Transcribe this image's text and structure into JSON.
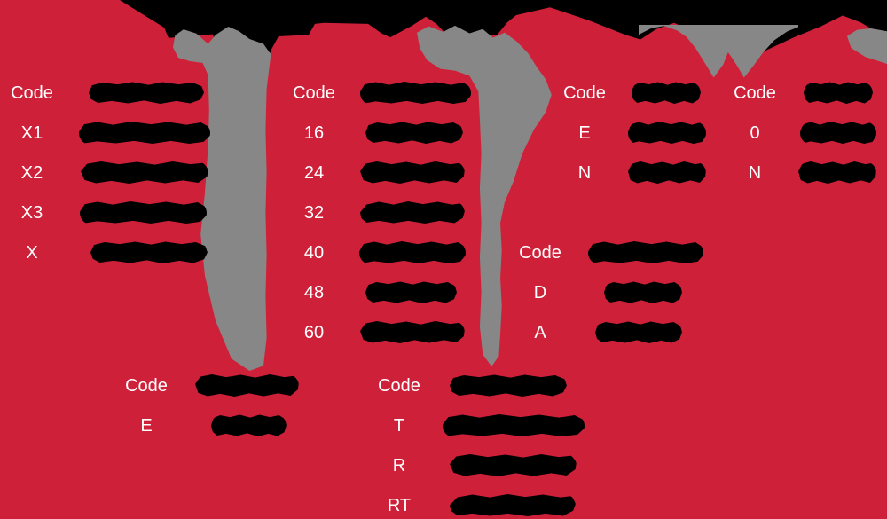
{
  "document": {
    "title": "Redacted code reference tables",
    "background_color": "#CE2139",
    "band_color": "#000000",
    "stripe_color": "#878787",
    "redaction_color": "#000000",
    "label_color": "#FFFFFF"
  },
  "columns": [
    {
      "id": "col-code-x",
      "header_label": "Code",
      "header_value": "",
      "rows": [
        {
          "label": "X1",
          "value": ""
        },
        {
          "label": "X2",
          "value": ""
        },
        {
          "label": "X3",
          "value": ""
        },
        {
          "label": "X",
          "value": ""
        }
      ]
    },
    {
      "id": "col-code-numeric",
      "header_label": "Code",
      "header_value": "",
      "rows": [
        {
          "label": "16",
          "value": ""
        },
        {
          "label": "24",
          "value": ""
        },
        {
          "label": "32",
          "value": ""
        },
        {
          "label": "40",
          "value": ""
        },
        {
          "label": "48",
          "value": ""
        },
        {
          "label": "60",
          "value": ""
        }
      ]
    },
    {
      "id": "col-code-en",
      "header_label": "Code",
      "header_value": "",
      "rows": [
        {
          "label": "E",
          "value": ""
        },
        {
          "label": "N",
          "value": ""
        }
      ]
    },
    {
      "id": "col-code-0n",
      "header_label": "Code",
      "header_value": "",
      "rows": [
        {
          "label": "0",
          "value": ""
        },
        {
          "label": "N",
          "value": ""
        }
      ]
    },
    {
      "id": "col-code-da",
      "header_label": "Code",
      "header_value": "",
      "rows": [
        {
          "label": "D",
          "value": ""
        },
        {
          "label": "A",
          "value": ""
        }
      ]
    },
    {
      "id": "col-code-e",
      "header_label": "Code",
      "header_value": "",
      "rows": [
        {
          "label": "E",
          "value": ""
        }
      ]
    },
    {
      "id": "col-code-trrt",
      "header_label": "Code",
      "header_value": "",
      "rows": [
        {
          "label": "T",
          "value": ""
        },
        {
          "label": "R",
          "value": ""
        },
        {
          "label": "RT",
          "value": ""
        }
      ]
    }
  ]
}
